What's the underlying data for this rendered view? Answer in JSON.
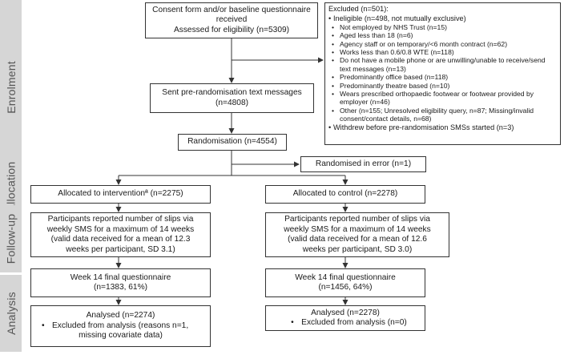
{
  "stages": {
    "enrolment": "Enrolment",
    "allocation": "Allocation",
    "followup": "Follow-up",
    "analysis": "Analysis"
  },
  "consent": {
    "line1": "Consent form and/or baseline questionnaire",
    "line2": "received",
    "line3": "Assessed for eligibility (n=5309)"
  },
  "excluded": {
    "title": "Excluded (n=501):",
    "ineligible": "Ineligible (n=498, not mutually exclusive)",
    "reasons": [
      "Not employed by NHS Trust (n=15)",
      "Aged less than 18 (n=6)",
      "Agency staff or on temporary/<6 month contract (n=62)",
      "Works less than 0.6/0.8 WTE (n=118)",
      "Do not have a mobile phone or are unwilling/unable to receive/send text messages (n=13)",
      "Predominantly office based (n=118)",
      "Predominantly theatre based (n=10)",
      "Wears prescribed orthopaedic footwear or footwear provided by employer (n=46)",
      "Other (n=155; Unresolved eligibility query, n=87; Missing/invalid consent/contact details, n=68)"
    ],
    "withdrew": "Withdrew before pre-randomisation SMSs started (n=3)"
  },
  "sent": {
    "line1": "Sent pre-randomisation text messages",
    "line2": "(n=4808)"
  },
  "randomisation": "Randomisation (n=4554)",
  "error": "Randomised in error (n=1)",
  "intervention": {
    "allocated": "Allocated to interventionª (n=2275)",
    "followup": [
      "Participants reported number of slips via",
      "weekly SMS for a maximum of 14 weeks",
      "(valid data received for a mean of 12.3",
      "weeks per participant, SD 3.1)"
    ],
    "week14": [
      "Week 14 final questionnaire",
      "(n=1383, 61%)"
    ],
    "analysed": "Analysed (n=2274)",
    "excluded_lines": [
      "Excluded from analysis (reasons n=1,",
      "missing covariate data)"
    ]
  },
  "control": {
    "allocated": "Allocated to control (n=2278)",
    "followup": [
      "Participants reported number of slips via",
      "weekly SMS for a maximum of 14 weeks",
      "(valid data received for a mean of 12.6",
      "weeks per participant, SD 3.0)"
    ],
    "week14": [
      "Week 14 final questionnaire",
      "(n=1456, 64%)"
    ],
    "analysed": "Analysed (n=2278)",
    "excluded_lines": [
      "Excluded from analysis (n=0)"
    ]
  }
}
